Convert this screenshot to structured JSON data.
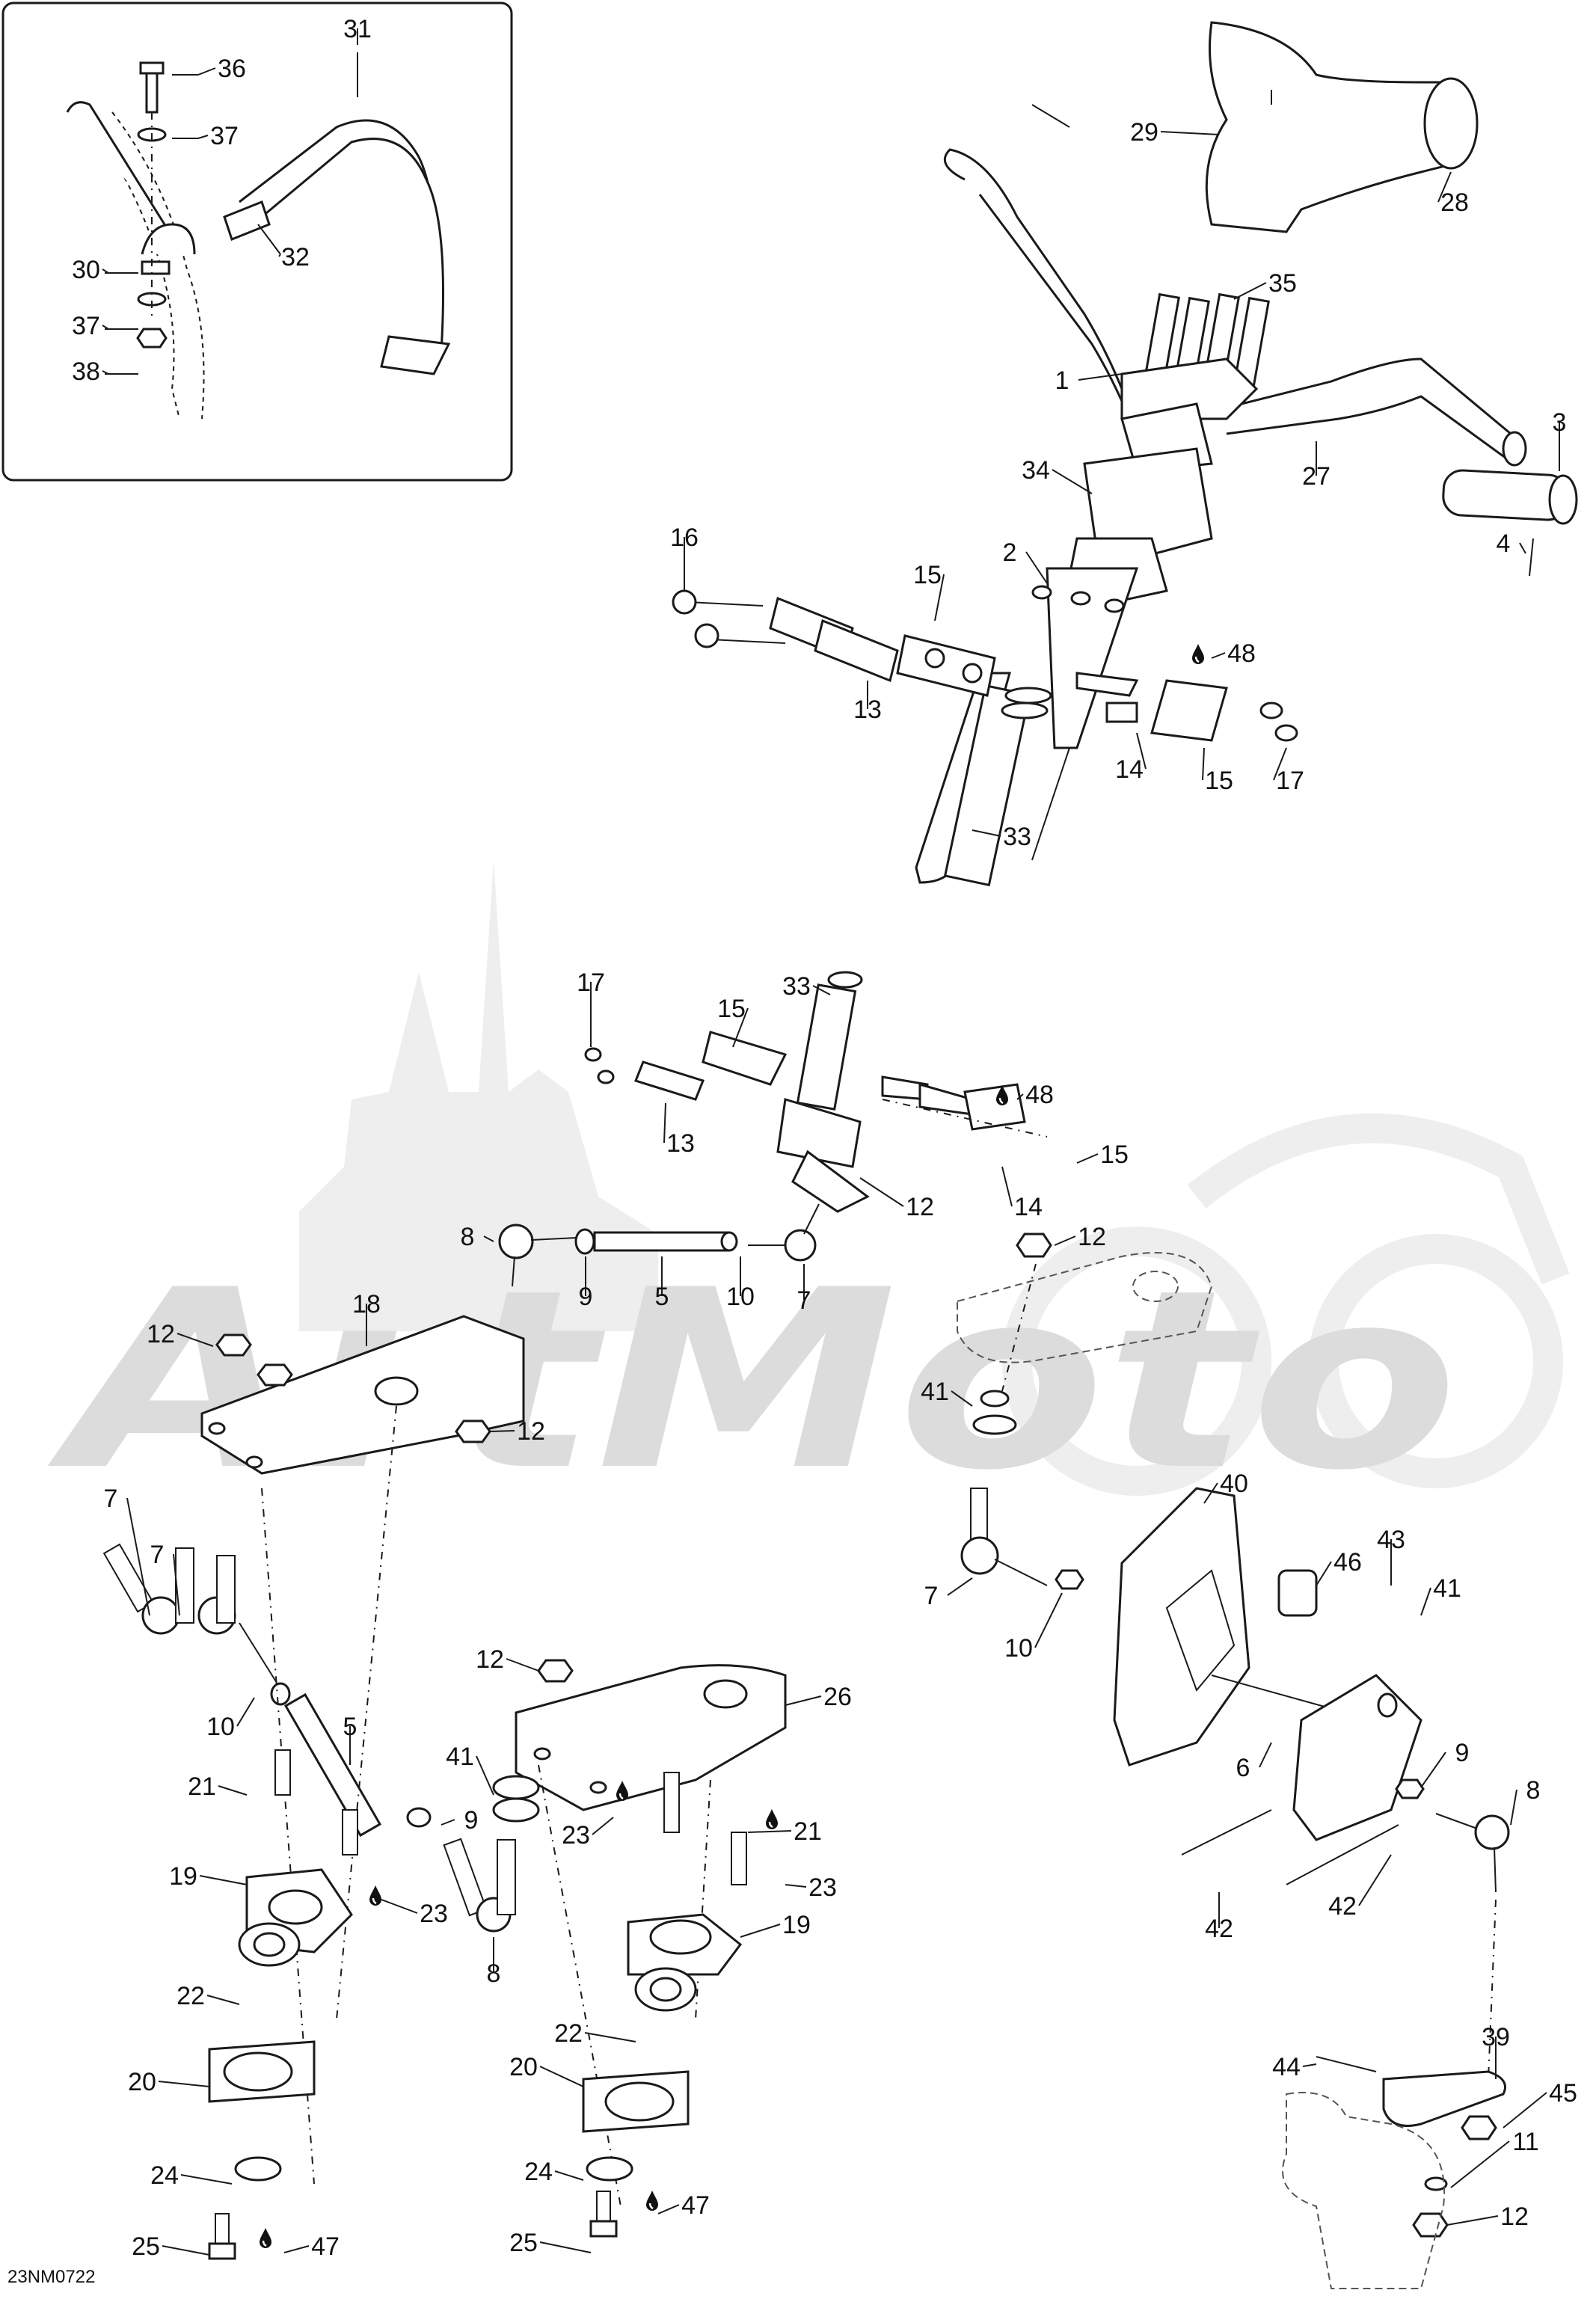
{
  "diagram": {
    "drawing_code": "23NM0722",
    "watermark": "ArtMoto",
    "lubricant_icon": "oil-drop-icon",
    "callouts": [
      {
        "id": "c31a",
        "label": "31"
      },
      {
        "id": "c36",
        "label": "36"
      },
      {
        "id": "c37a",
        "label": "37"
      },
      {
        "id": "c30",
        "label": "30"
      },
      {
        "id": "c32",
        "label": "32"
      },
      {
        "id": "c37b",
        "label": "37"
      },
      {
        "id": "c38",
        "label": "38"
      },
      {
        "id": "c29",
        "label": "29"
      },
      {
        "id": "c28",
        "label": "28"
      },
      {
        "id": "c35",
        "label": "35"
      },
      {
        "id": "c1",
        "label": "1"
      },
      {
        "id": "c3",
        "label": "3"
      },
      {
        "id": "c34",
        "label": "34"
      },
      {
        "id": "c27",
        "label": "27"
      },
      {
        "id": "c4",
        "label": "4"
      },
      {
        "id": "c16",
        "label": "16"
      },
      {
        "id": "c2",
        "label": "2"
      },
      {
        "id": "c15a",
        "label": "15"
      },
      {
        "id": "c48a",
        "label": "48"
      },
      {
        "id": "c13a",
        "label": "13"
      },
      {
        "id": "c14a",
        "label": "14"
      },
      {
        "id": "c15b",
        "label": "15"
      },
      {
        "id": "c17a",
        "label": "17"
      },
      {
        "id": "c33a",
        "label": "33"
      },
      {
        "id": "c17b",
        "label": "17"
      },
      {
        "id": "c15c",
        "label": "15"
      },
      {
        "id": "c33b",
        "label": "33"
      },
      {
        "id": "c48b",
        "label": "48"
      },
      {
        "id": "c13b",
        "label": "13"
      },
      {
        "id": "c15d",
        "label": "15"
      },
      {
        "id": "c12a",
        "label": "12"
      },
      {
        "id": "c14b",
        "label": "14"
      },
      {
        "id": "c8a",
        "label": "8"
      },
      {
        "id": "c9a",
        "label": "9"
      },
      {
        "id": "c5a",
        "label": "5"
      },
      {
        "id": "c10a",
        "label": "10"
      },
      {
        "id": "c7a",
        "label": "7"
      },
      {
        "id": "c12b",
        "label": "12"
      },
      {
        "id": "c18",
        "label": "18"
      },
      {
        "id": "c12c",
        "label": "12"
      },
      {
        "id": "c12d",
        "label": "12"
      },
      {
        "id": "c41a",
        "label": "41"
      },
      {
        "id": "c7b",
        "label": "7"
      },
      {
        "id": "c7c",
        "label": "7"
      },
      {
        "id": "c10b",
        "label": "10"
      },
      {
        "id": "c5b",
        "label": "5"
      },
      {
        "id": "c12e",
        "label": "12"
      },
      {
        "id": "c26",
        "label": "26"
      },
      {
        "id": "c41b",
        "label": "41"
      },
      {
        "id": "c21a",
        "label": "21"
      },
      {
        "id": "c9b",
        "label": "9"
      },
      {
        "id": "c23a",
        "label": "23"
      },
      {
        "id": "c21b",
        "label": "21"
      },
      {
        "id": "c19a",
        "label": "19"
      },
      {
        "id": "c23b",
        "label": "23"
      },
      {
        "id": "c23c",
        "label": "23"
      },
      {
        "id": "c8b",
        "label": "8"
      },
      {
        "id": "c19b",
        "label": "19"
      },
      {
        "id": "c22a",
        "label": "22"
      },
      {
        "id": "c22b",
        "label": "22"
      },
      {
        "id": "c20a",
        "label": "20"
      },
      {
        "id": "c20b",
        "label": "20"
      },
      {
        "id": "c24a",
        "label": "24"
      },
      {
        "id": "c24b",
        "label": "24"
      },
      {
        "id": "c25a",
        "label": "25"
      },
      {
        "id": "c47a",
        "label": "47"
      },
      {
        "id": "c25b",
        "label": "25"
      },
      {
        "id": "c47b",
        "label": "47"
      },
      {
        "id": "c40",
        "label": "40"
      },
      {
        "id": "c7d",
        "label": "7"
      },
      {
        "id": "c10c",
        "label": "10"
      },
      {
        "id": "c46",
        "label": "46"
      },
      {
        "id": "c43",
        "label": "43"
      },
      {
        "id": "c41c",
        "label": "41"
      },
      {
        "id": "c6",
        "label": "6"
      },
      {
        "id": "c9c",
        "label": "9"
      },
      {
        "id": "c8c",
        "label": "8"
      },
      {
        "id": "c42a",
        "label": "42"
      },
      {
        "id": "c42b",
        "label": "42"
      },
      {
        "id": "c39",
        "label": "39"
      },
      {
        "id": "c44",
        "label": "44"
      },
      {
        "id": "c45",
        "label": "45"
      },
      {
        "id": "c11",
        "label": "11"
      },
      {
        "id": "c12f",
        "label": "12"
      }
    ]
  }
}
